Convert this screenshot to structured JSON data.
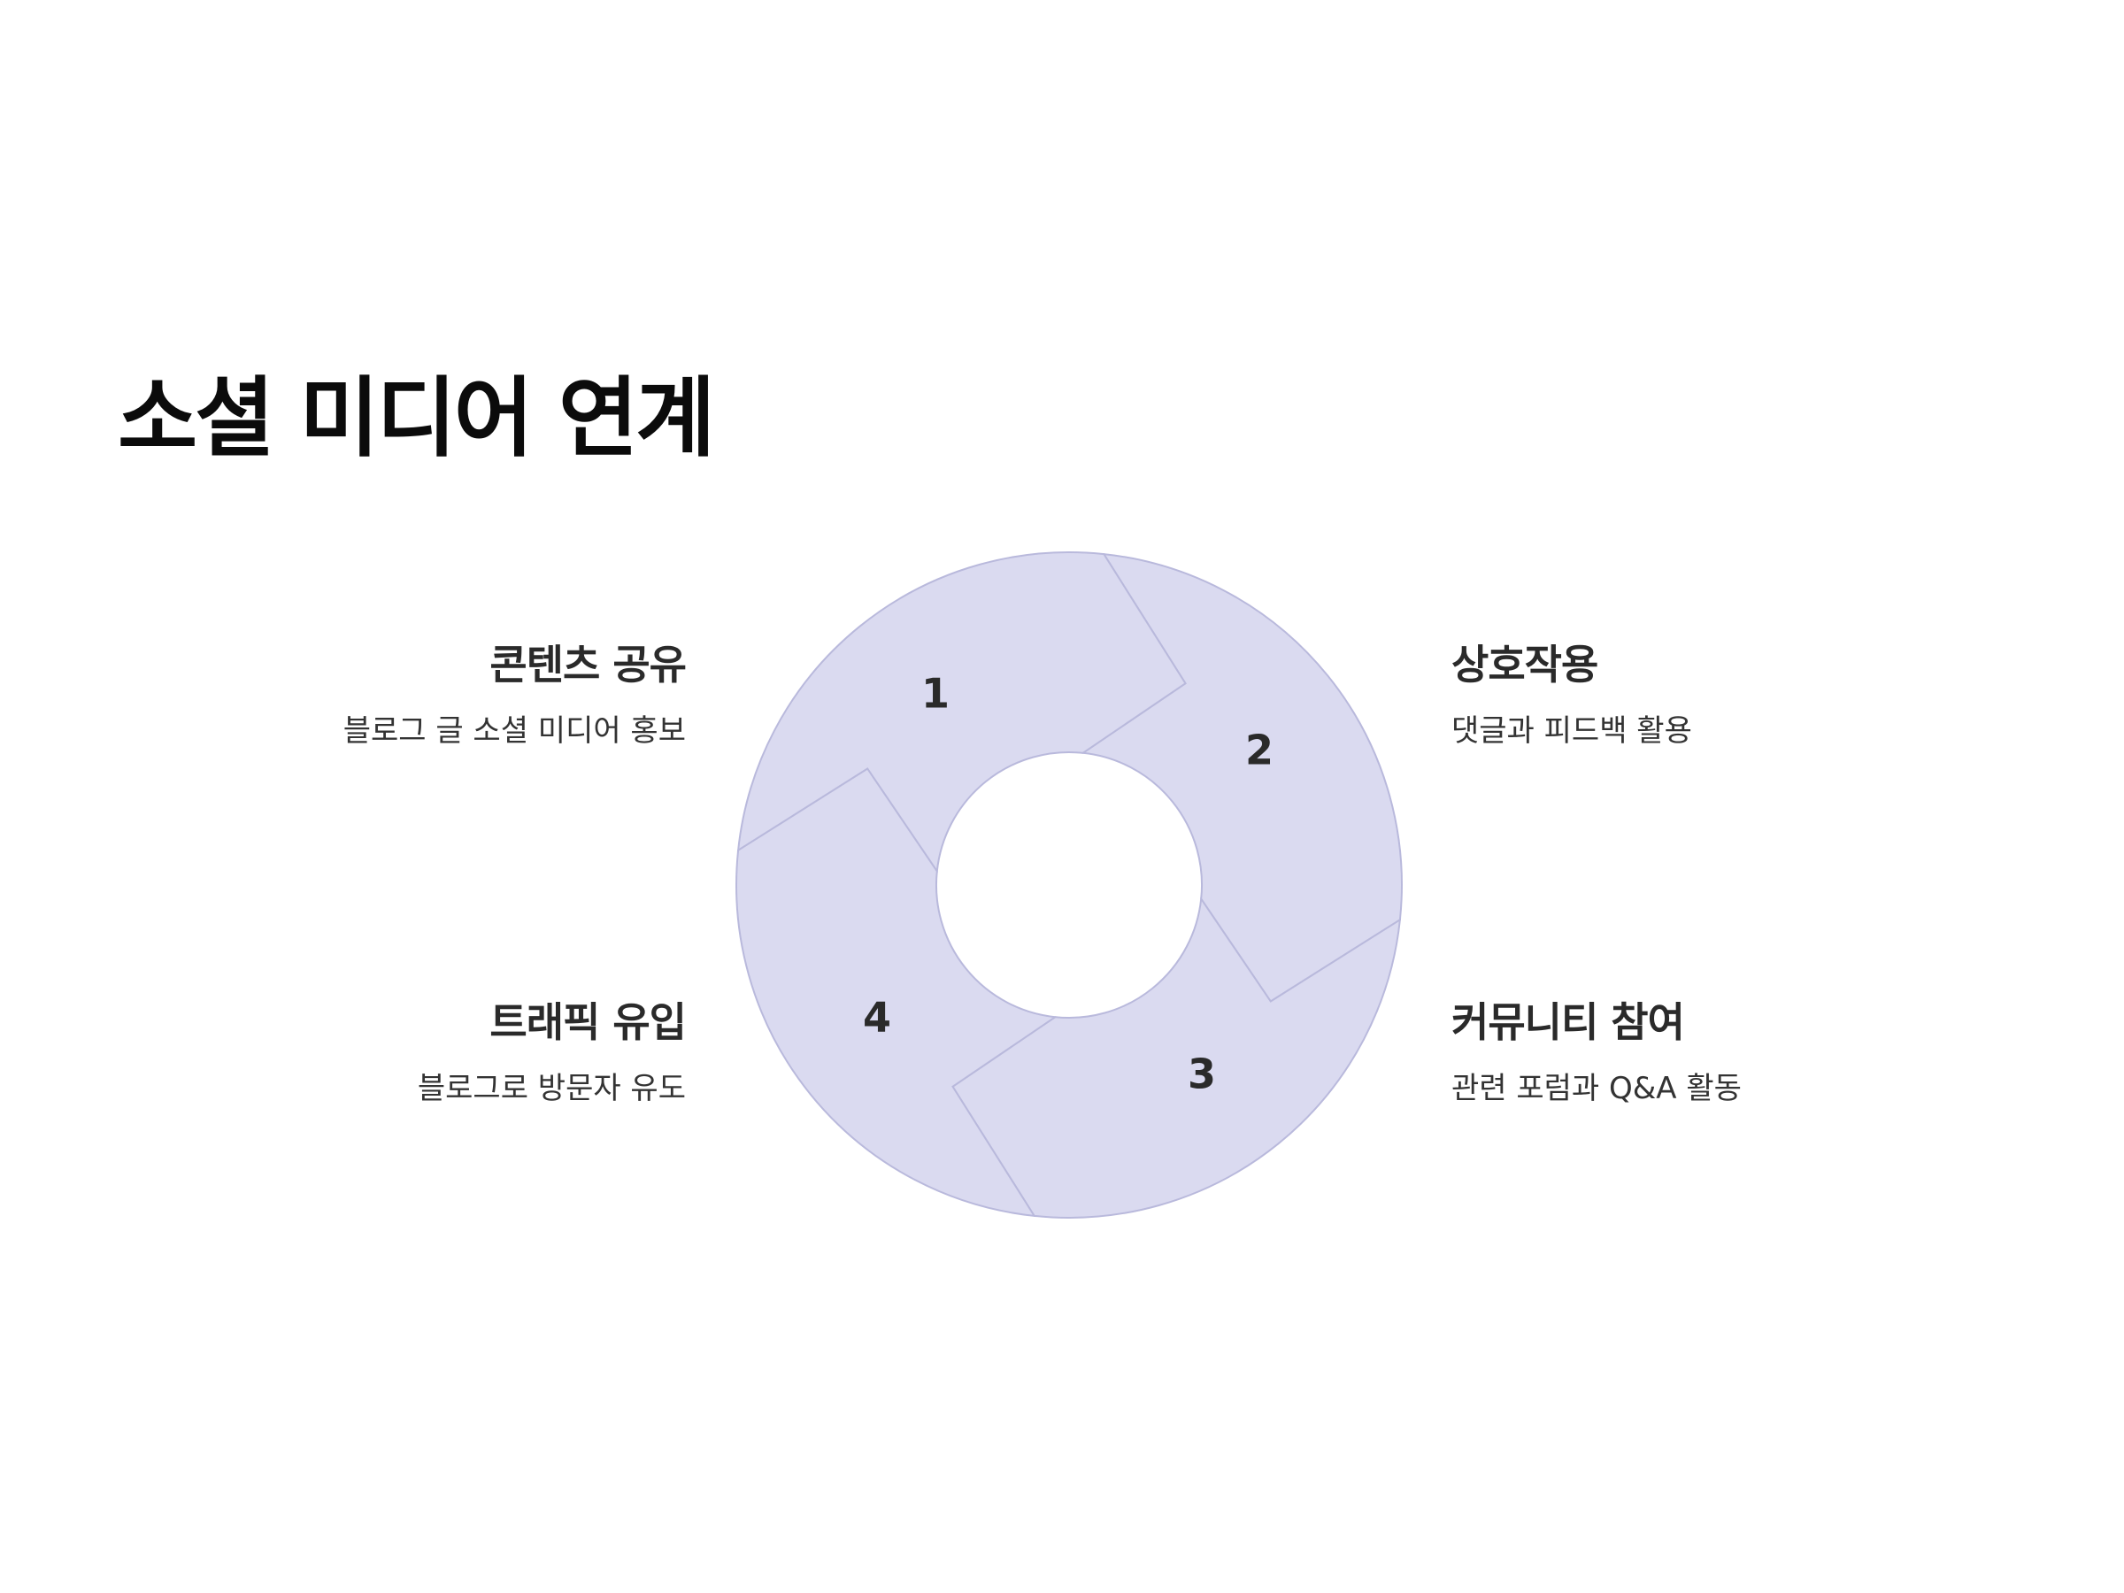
{
  "title": "소셜 미디어 연계",
  "steps": [
    {
      "number": "1",
      "title": "콘텐츠 공유",
      "description": "블로그 글 소셜 미디어 홍보"
    },
    {
      "number": "2",
      "title": "상호작용",
      "description": "댓글과 피드백 활용"
    },
    {
      "number": "3",
      "title": "커뮤니티 참여",
      "description": "관련 포럼과 Q&A 활동"
    },
    {
      "number": "4",
      "title": "트래픽 유입",
      "description": "블로그로 방문자 유도"
    }
  ],
  "colors": {
    "segment_fill": "#dadaf0",
    "segment_stroke": "#b9b9dc",
    "title": "#0b0b0b",
    "text": "#2a2a2a"
  }
}
